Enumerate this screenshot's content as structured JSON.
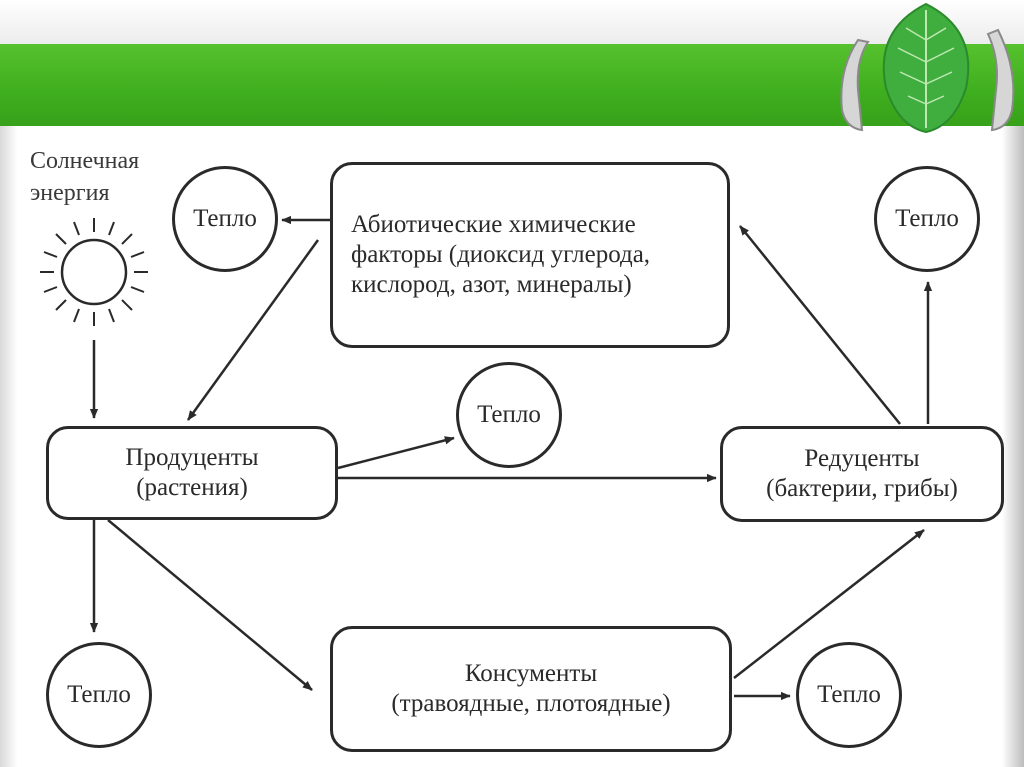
{
  "slide": {
    "accent_color": "#3fae1e"
  },
  "diagram": {
    "sun": {
      "label_line1": "Солнечная",
      "label_line2": "энергия"
    },
    "abiotic": {
      "line1": "Абиотические химические",
      "line2": "факторы (диоксид углерода,",
      "line3": "кислород, азот, минералы)"
    },
    "producers": {
      "line1": "Продуценты",
      "line2": "(растения)"
    },
    "decomposers": {
      "line1": "Редуценты",
      "line2": "(бактерии, грибы)"
    },
    "consumers": {
      "line1": "Консументы",
      "line2": "(травоядные, плотоядные)"
    },
    "heat": {
      "top_left": "Тепло",
      "top_right": "Тепло",
      "middle": "Тепло",
      "bottom_left": "Тепло",
      "bottom_right": "Тепло"
    }
  }
}
